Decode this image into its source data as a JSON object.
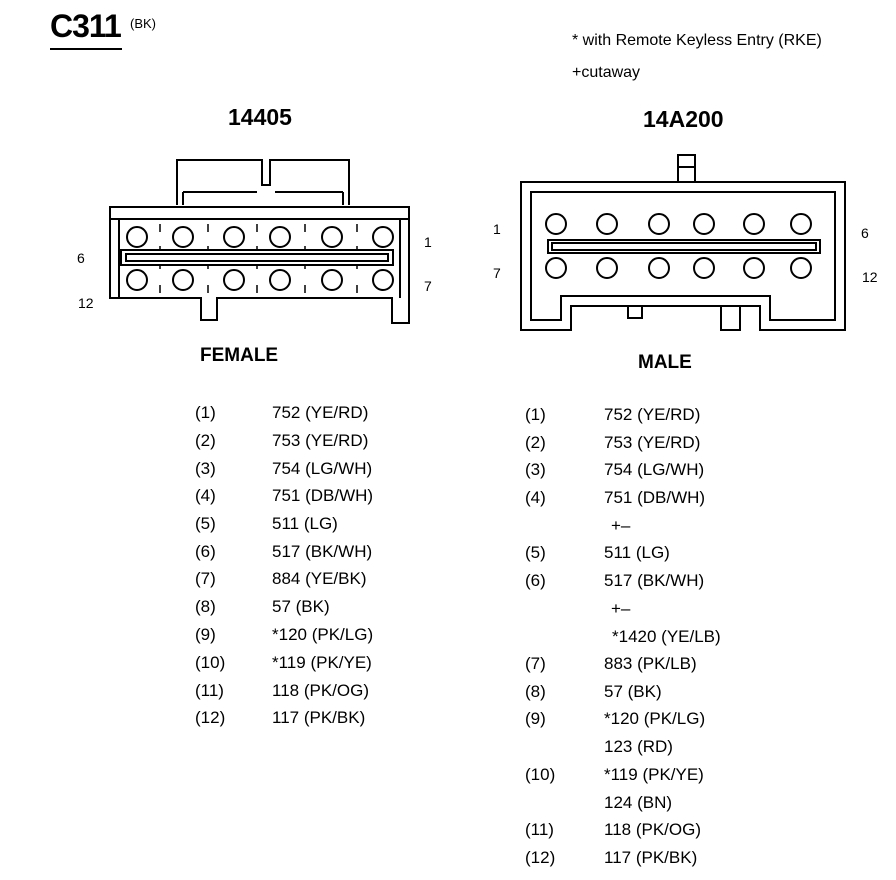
{
  "header": {
    "connector_id": "C311",
    "color_code": "(BK)",
    "note_rke": "* with Remote Keyless Entry (RKE)",
    "note_cutaway": "+cutaway"
  },
  "female": {
    "part_number": "14405",
    "label": "FEMALE",
    "pin_labels": {
      "top_right": "1",
      "mid_left": "6",
      "mid_right": "7",
      "bottom_left": "12"
    },
    "pinout": [
      {
        "pin": "(1)",
        "circuit": "752 (YE/RD)"
      },
      {
        "pin": "(2)",
        "circuit": "753 (YE/RD)"
      },
      {
        "pin": "(3)",
        "circuit": "754 (LG/WH)"
      },
      {
        "pin": "(4)",
        "circuit": "751 (DB/WH)"
      },
      {
        "pin": "(5)",
        "circuit": "511 (LG)"
      },
      {
        "pin": "(6)",
        "circuit": "517 (BK/WH)"
      },
      {
        "pin": "(7)",
        "circuit": "884 (YE/BK)"
      },
      {
        "pin": "(8)",
        "circuit": "57 (BK)"
      },
      {
        "pin": "(9)",
        "circuit": "*120 (PK/LG)"
      },
      {
        "pin": "(10)",
        "circuit": "*119 (PK/YE)"
      },
      {
        "pin": "(11)",
        "circuit": "118 (PK/OG)"
      },
      {
        "pin": "(12)",
        "circuit": "117 (PK/BK)"
      }
    ]
  },
  "male": {
    "part_number": "14A200",
    "label": "MALE",
    "pin_labels": {
      "top_left": "1",
      "top_right": "6",
      "bottom_left": "7",
      "bottom_right": "12"
    },
    "pinout": [
      {
        "pin": "(1)",
        "circuit": "752 (YE/RD)"
      },
      {
        "pin": "(2)",
        "circuit": "753 (YE/RD)"
      },
      {
        "pin": "(3)",
        "circuit": "754 (LG/WH)"
      },
      {
        "pin": "(4)",
        "circuit": "751 (DB/WH)"
      },
      {
        "pin": "",
        "circuit": "+–"
      },
      {
        "pin": "(5)",
        "circuit": "511 (LG)"
      },
      {
        "pin": "(6)",
        "circuit": "517 (BK/WH)"
      },
      {
        "pin": "",
        "circuit": "+–"
      },
      {
        "pin": "",
        "circuit": "*1420 (YE/LB)"
      },
      {
        "pin": "(7)",
        "circuit": "883 (PK/LB)"
      },
      {
        "pin": "(8)",
        "circuit": "57 (BK)"
      },
      {
        "pin": "(9)",
        "circuit": "*120 (PK/LG)"
      },
      {
        "pin": "",
        "circuit": "123 (RD)"
      },
      {
        "pin": "(10)",
        "circuit": "*119 (PK/YE)"
      },
      {
        "pin": "",
        "circuit": "124 (BN)"
      },
      {
        "pin": "(11)",
        "circuit": "118 (PK/OG)"
      },
      {
        "pin": "(12)",
        "circuit": "117 (PK/BK)"
      }
    ]
  }
}
